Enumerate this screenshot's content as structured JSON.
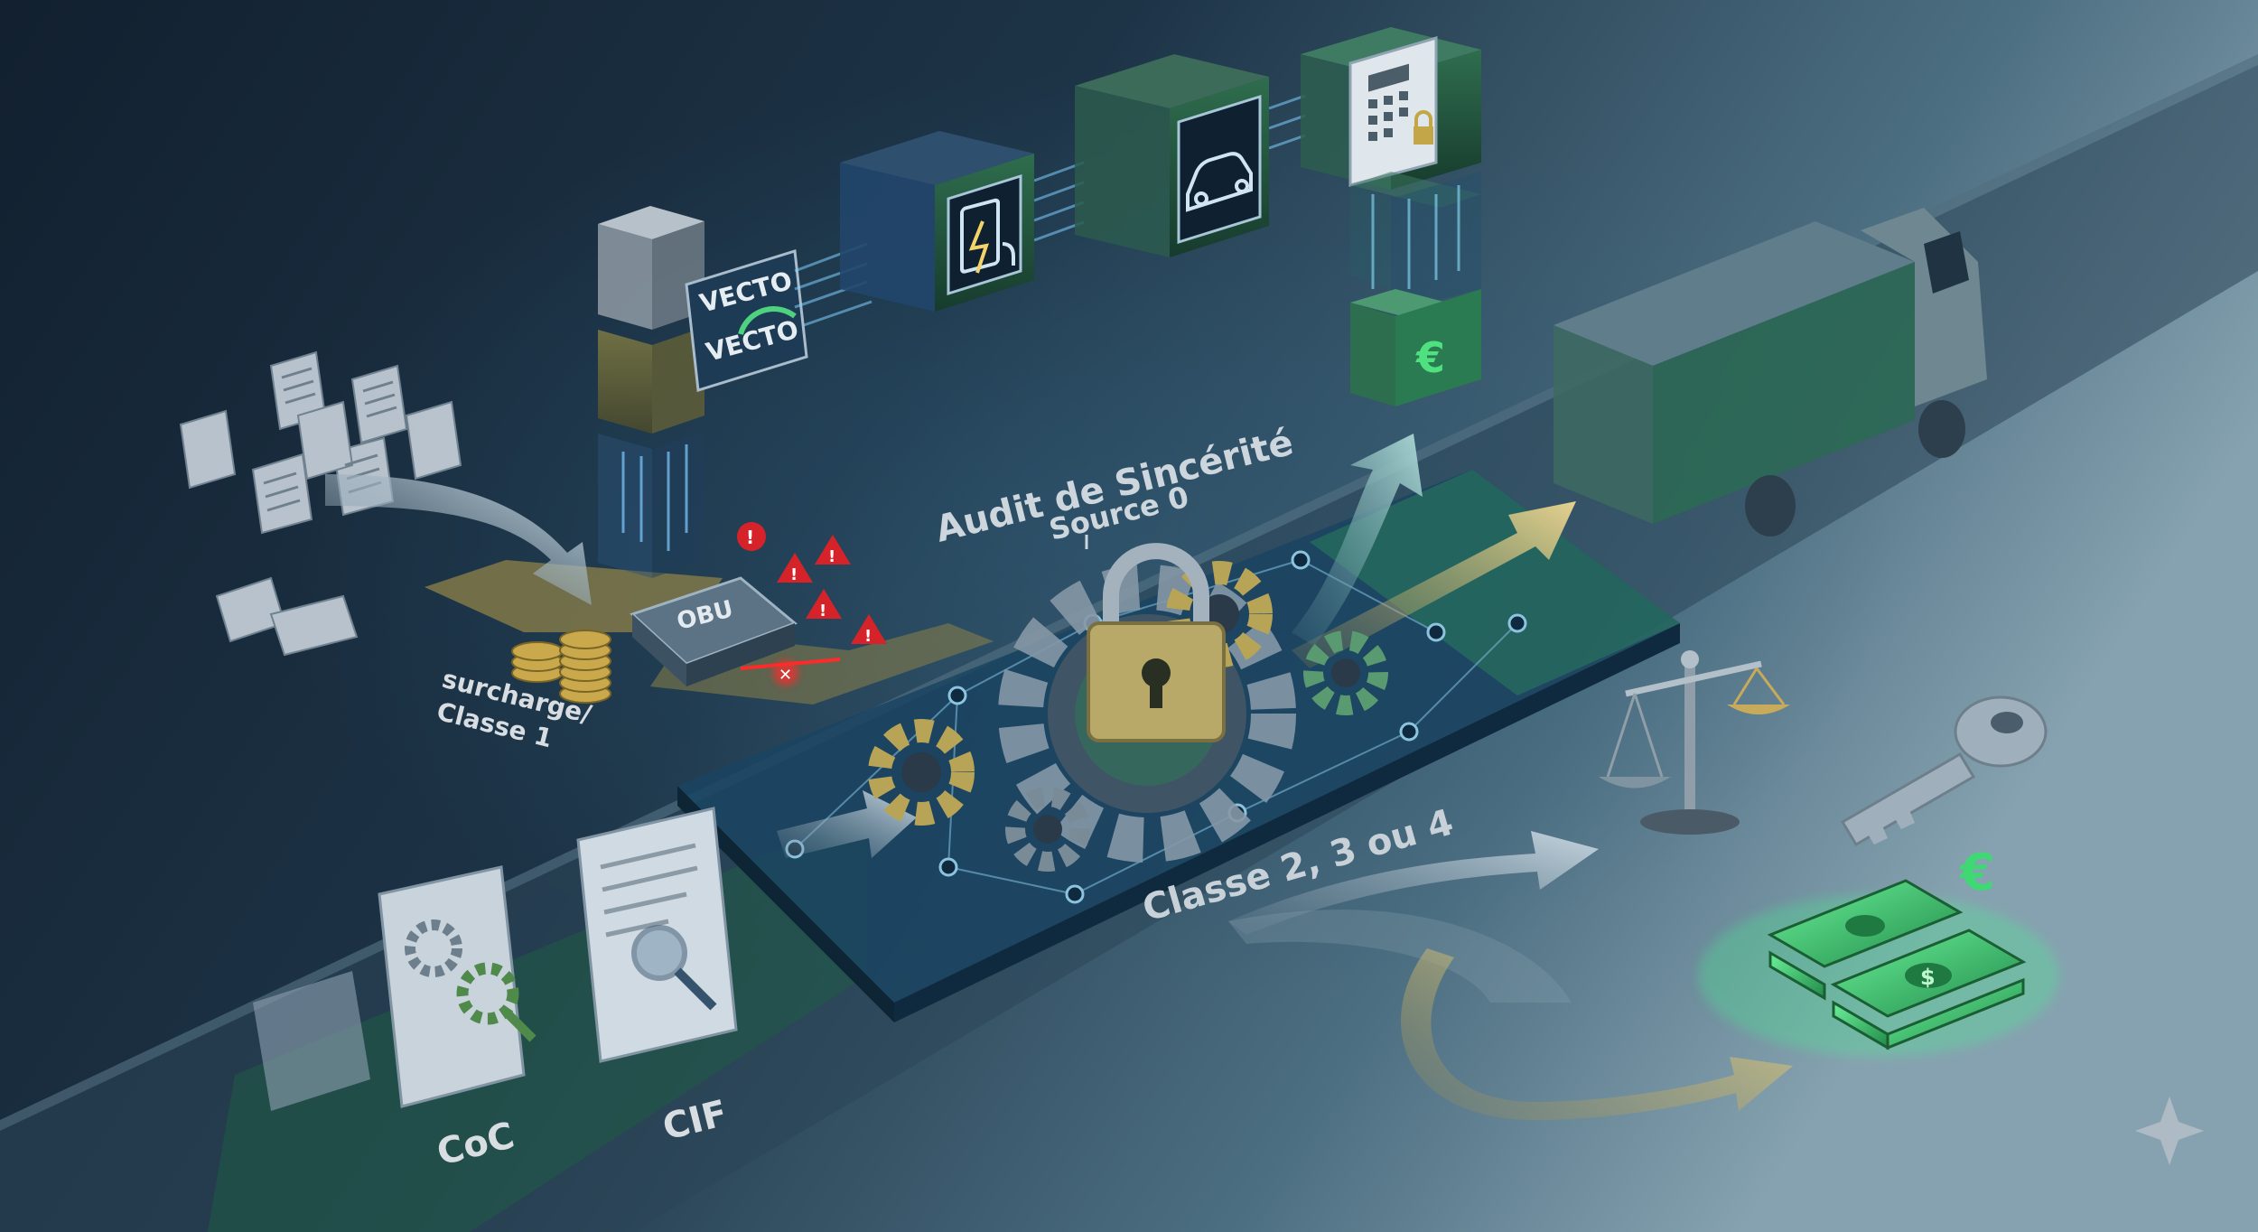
{
  "labels": {
    "title": "Audit de Sincérité",
    "subtitle": "Source 0",
    "vecto_top": "VECTO",
    "vecto_bottom": "VECTO",
    "obu": "OBU",
    "surcharge_line1": "surcharge/",
    "surcharge_line2": "Classe 1",
    "classes": "Classe 2, 3 ou 4",
    "coc": "CoC",
    "cif": "CIF",
    "euro_sign": "€",
    "dollar_sign": "$"
  },
  "icons": [
    "document-stack-icon",
    "coin-stack-icon",
    "obu-device-icon",
    "warning-icon",
    "vecto-gauge-icon",
    "battery-charging-icon",
    "car-icon",
    "calculator-lock-icon",
    "euro-icon",
    "truck-icon",
    "padlock-icon",
    "gear-icon",
    "scale-icon",
    "key-icon",
    "money-stack-icon",
    "magnifier-icon",
    "sparkle-icon"
  ],
  "colors": {
    "background_dark": "#16263a",
    "background_light": "#7d99a8",
    "accent_green": "#3fbf6e",
    "accent_gold": "#b9a45a",
    "alert_red": "#e0262b",
    "cube_blue": "#2a4f73",
    "label_gray": "#d8dde2"
  }
}
